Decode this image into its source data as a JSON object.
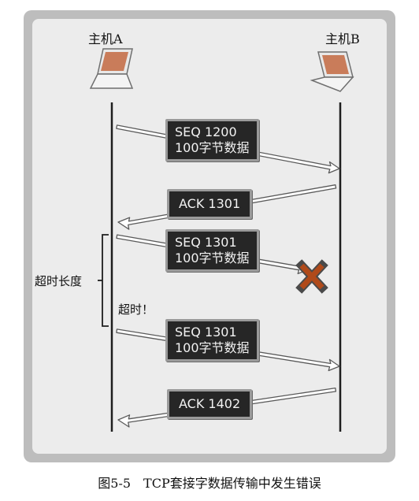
{
  "hosts": {
    "a": "主机A",
    "b": "主机B"
  },
  "messages": [
    {
      "line1": "SEQ 1200",
      "line2": "100字节数据"
    },
    {
      "line1": "ACK 1301"
    },
    {
      "line1": "SEQ 1301",
      "line2": "100字节数据"
    },
    {
      "line1": "SEQ 1301",
      "line2": "100字节数据"
    },
    {
      "line1": "ACK 1402"
    }
  ],
  "annotations": {
    "timeout_length": "超时长度",
    "timeout": "超时！"
  },
  "caption": "图5-5　TCP套接字数据传输中发生错误",
  "colors": {
    "frame": "#bdbdbd",
    "panel": "#ececec",
    "box": "#262626",
    "lost_mark": "#b04a1a"
  }
}
